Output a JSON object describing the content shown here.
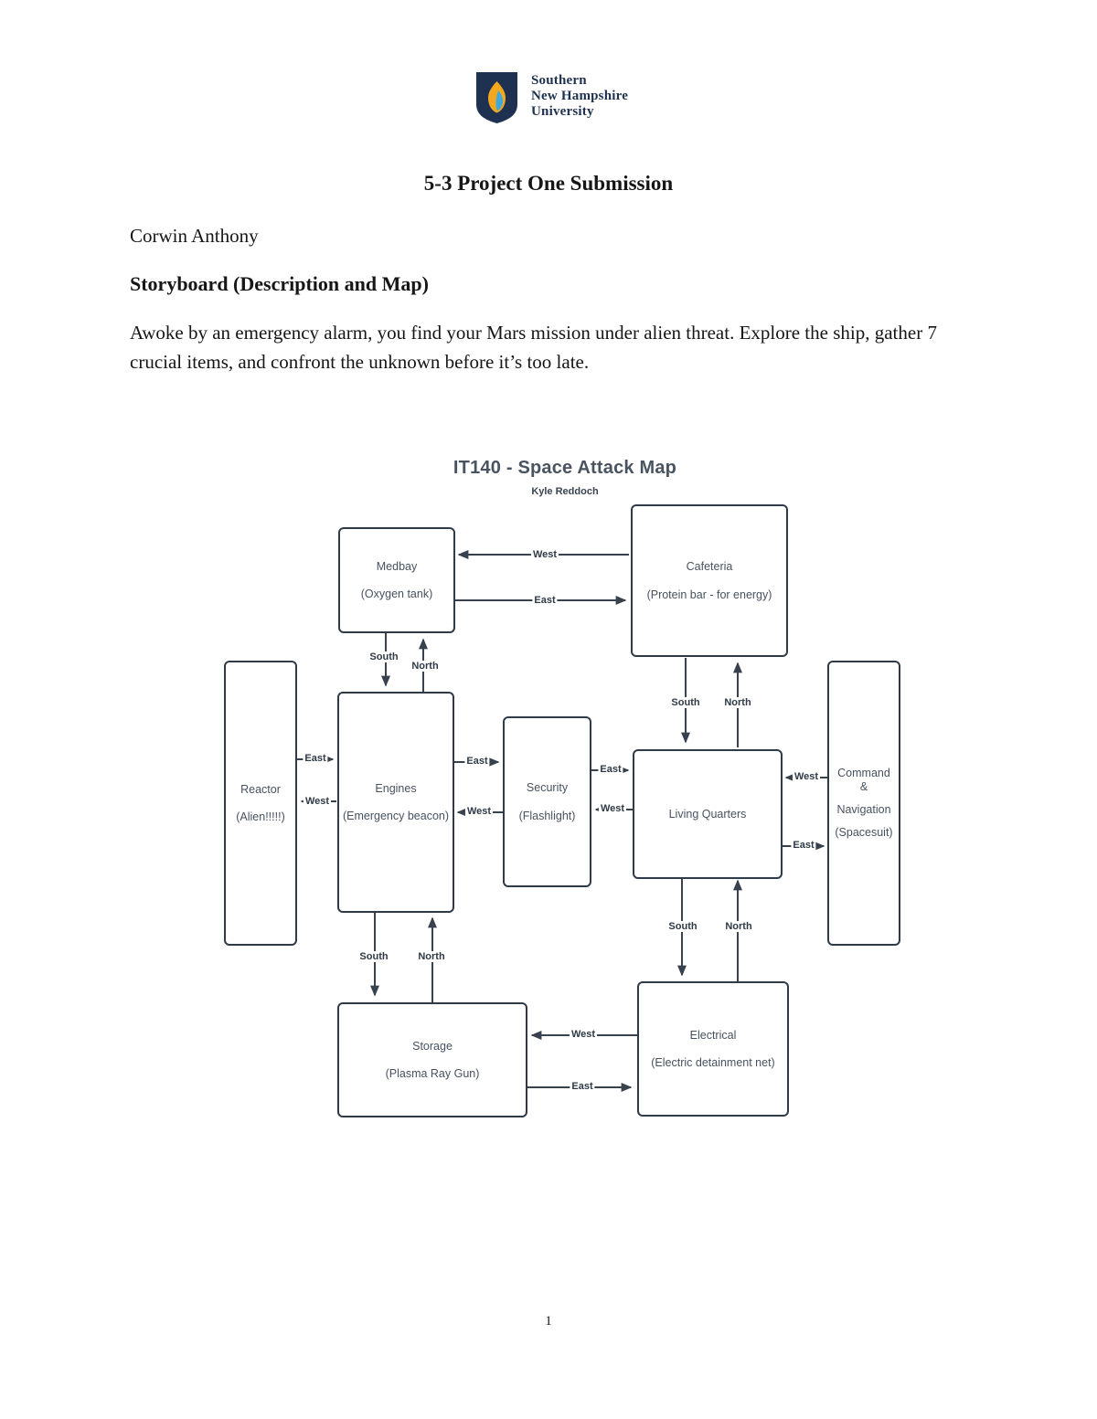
{
  "logo": {
    "line1": "Southern",
    "line2": "New Hampshire",
    "line3": "University",
    "navy": "#1e3150",
    "flame_gold": "#f2a71e",
    "flame_blue": "#3fa9dc"
  },
  "document": {
    "title": "5-3 Project One Submission",
    "author": "Corwin Anthony",
    "section_heading": "Storyboard (Description and Map)",
    "paragraph": "Awoke by an emergency alarm, you find your Mars mission under alien threat. Explore the ship, gather 7 crucial items, and confront the unknown before it’s too late.",
    "page_number": "1"
  },
  "diagram": {
    "title": "IT140 - Space Attack Map",
    "subtitle": "Kyle Reddoch",
    "colors": {
      "line": "#37424e",
      "box_border": "#2f3b48",
      "room_text": "#47525f",
      "title_text": "#4a5461"
    },
    "rooms": [
      {
        "name": "Medbay",
        "lines": [
          "Medbay",
          "(Oxygen tank)"
        ]
      },
      {
        "name": "Cafeteria",
        "lines": [
          "Cafeteria",
          "(Protein bar - for energy)"
        ]
      },
      {
        "name": "Reactor",
        "lines": [
          "Reactor",
          "(Alien!!!!!)"
        ]
      },
      {
        "name": "Engines",
        "lines": [
          "Engines",
          "(Emergency beacon)"
        ]
      },
      {
        "name": "Security",
        "lines": [
          "Security",
          "(Flashlight)"
        ]
      },
      {
        "name": "Living Quarters",
        "lines": [
          "Living Quarters"
        ]
      },
      {
        "name": "Command & Navigation",
        "lines": [
          "Command &",
          "Navigation",
          "(Spacesuit)"
        ]
      },
      {
        "name": "Storage",
        "lines": [
          "Storage",
          "(Plasma Ray Gun)"
        ]
      },
      {
        "name": "Electrical",
        "lines": [
          "Electrical",
          "(Electric detainment net)"
        ]
      }
    ],
    "labels": {
      "west": "West",
      "east": "East",
      "south": "South",
      "north": "North"
    }
  }
}
